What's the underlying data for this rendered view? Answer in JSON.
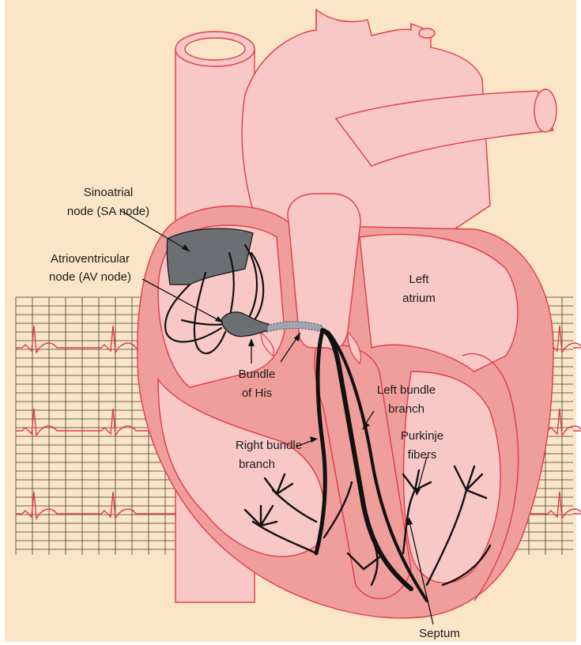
{
  "colors": {
    "background": "#fbe5c8",
    "heart_fill": "#f7c8c6",
    "heart_wall": "#ef9e9c",
    "heart_outline": "#e23a4a",
    "ekg_trace": "#e23a4a",
    "node_fill": "#6b6f73",
    "conduction": "#111111"
  },
  "labels": {
    "sa_node_line1": "Sinoatrial",
    "sa_node_line2": "node (SA node)",
    "av_node_line1": "Atrioventricular",
    "av_node_line2": "node (AV node)",
    "left_atrium_line1": "Left",
    "left_atrium_line2": "atrium",
    "bundle_his_line1": "Bundle",
    "bundle_his_line2": "of His",
    "left_bundle_line1": "Left bundle",
    "left_bundle_line2": "branch",
    "right_bundle_line1": "Right bundle",
    "right_bundle_line2": "branch",
    "purkinje_line1": "Purkinje",
    "purkinje_line2": "fibers",
    "septum": "Septum"
  }
}
